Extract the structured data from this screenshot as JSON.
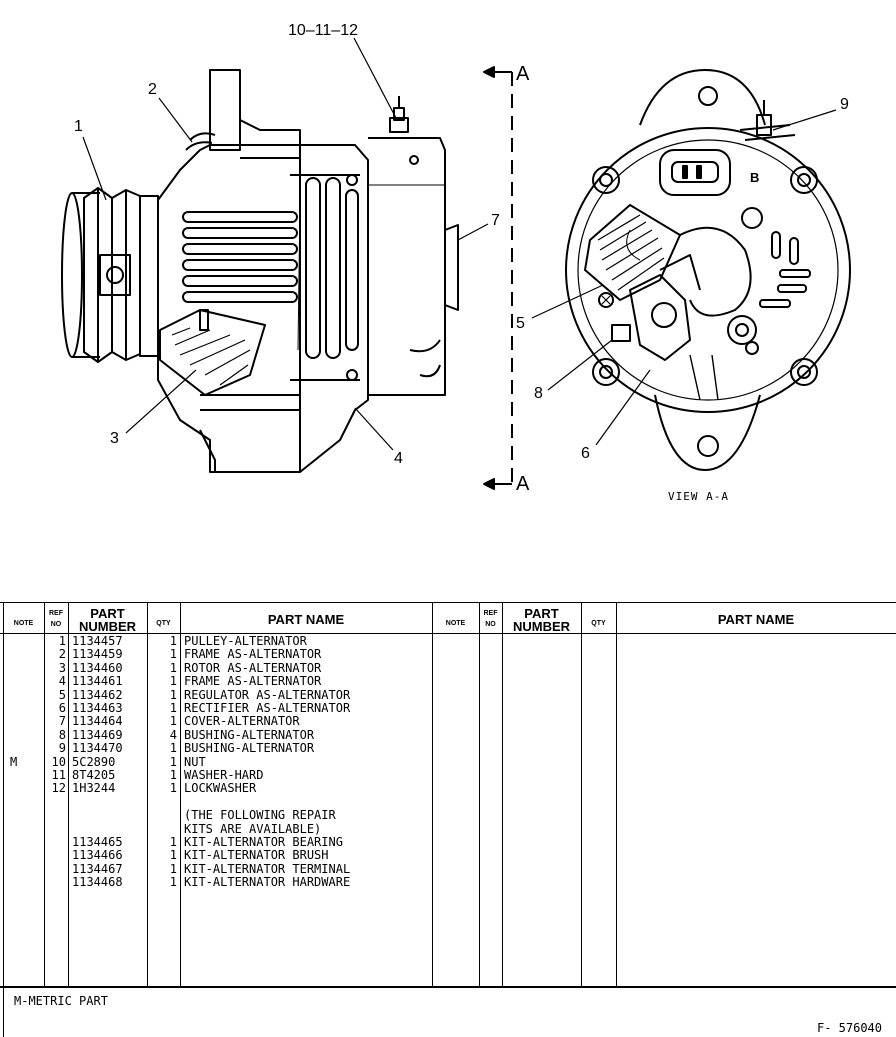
{
  "drawing": {
    "callouts": {
      "c1": "1",
      "c2": "2",
      "c3": "3",
      "c4": "4",
      "c5": "5",
      "c6": "6",
      "c7": "7",
      "c8": "8",
      "c9": "9",
      "c10": "10–11–12",
      "section_top": "A",
      "section_bottom": "A",
      "terminal_b": "B"
    },
    "view_label": "VIEW A-A"
  },
  "table": {
    "headers": {
      "note": "NOTE",
      "ref_no": [
        "REF",
        "NO"
      ],
      "part_number": [
        "PART",
        "NUMBER"
      ],
      "qty": "QTY",
      "part_name": "PART NAME"
    },
    "rows": [
      {
        "note": "",
        "ref": "1",
        "part_number": "1134457",
        "qty": "1",
        "name": "PULLEY-ALTERNATOR"
      },
      {
        "note": "",
        "ref": "2",
        "part_number": "1134459",
        "qty": "1",
        "name": "FRAME AS-ALTERNATOR"
      },
      {
        "note": "",
        "ref": "3",
        "part_number": "1134460",
        "qty": "1",
        "name": "ROTOR AS-ALTERNATOR"
      },
      {
        "note": "",
        "ref": "4",
        "part_number": "1134461",
        "qty": "1",
        "name": "FRAME AS-ALTERNATOR"
      },
      {
        "note": "",
        "ref": "5",
        "part_number": "1134462",
        "qty": "1",
        "name": "REGULATOR AS-ALTERNATOR"
      },
      {
        "note": "",
        "ref": "6",
        "part_number": "1134463",
        "qty": "1",
        "name": "RECTIFIER AS-ALTERNATOR"
      },
      {
        "note": "",
        "ref": "7",
        "part_number": "1134464",
        "qty": "1",
        "name": "COVER-ALTERNATOR"
      },
      {
        "note": "",
        "ref": "8",
        "part_number": "1134469",
        "qty": "4",
        "name": "BUSHING-ALTERNATOR"
      },
      {
        "note": "",
        "ref": "9",
        "part_number": "1134470",
        "qty": "1",
        "name": "BUSHING-ALTERNATOR"
      },
      {
        "note": "M",
        "ref": "10",
        "part_number": "5C2890",
        "qty": "1",
        "name": "NUT"
      },
      {
        "note": "",
        "ref": "11",
        "part_number": "8T4205",
        "qty": "1",
        "name": "WASHER-HARD"
      },
      {
        "note": "",
        "ref": "12",
        "part_number": "1H3244",
        "qty": "1",
        "name": "LOCKWASHER"
      },
      {
        "note": "",
        "ref": "",
        "part_number": "",
        "qty": "",
        "name": ""
      },
      {
        "note": "",
        "ref": "",
        "part_number": "",
        "qty": "",
        "name": "(THE FOLLOWING REPAIR"
      },
      {
        "note": "",
        "ref": "",
        "part_number": "",
        "qty": "",
        "name": "KITS ARE AVAILABLE)"
      },
      {
        "note": "",
        "ref": "",
        "part_number": "1134465",
        "qty": "1",
        "name": "KIT-ALTERNATOR BEARING"
      },
      {
        "note": "",
        "ref": "",
        "part_number": "1134466",
        "qty": "1",
        "name": "KIT-ALTERNATOR BRUSH"
      },
      {
        "note": "",
        "ref": "",
        "part_number": "1134467",
        "qty": "1",
        "name": "KIT-ALTERNATOR TERMINAL"
      },
      {
        "note": "",
        "ref": "",
        "part_number": "1134468",
        "qty": "1",
        "name": "KIT-ALTERNATOR HARDWARE"
      }
    ]
  },
  "footer": {
    "note": "M-METRIC PART",
    "figure_id": "F- 576040"
  }
}
